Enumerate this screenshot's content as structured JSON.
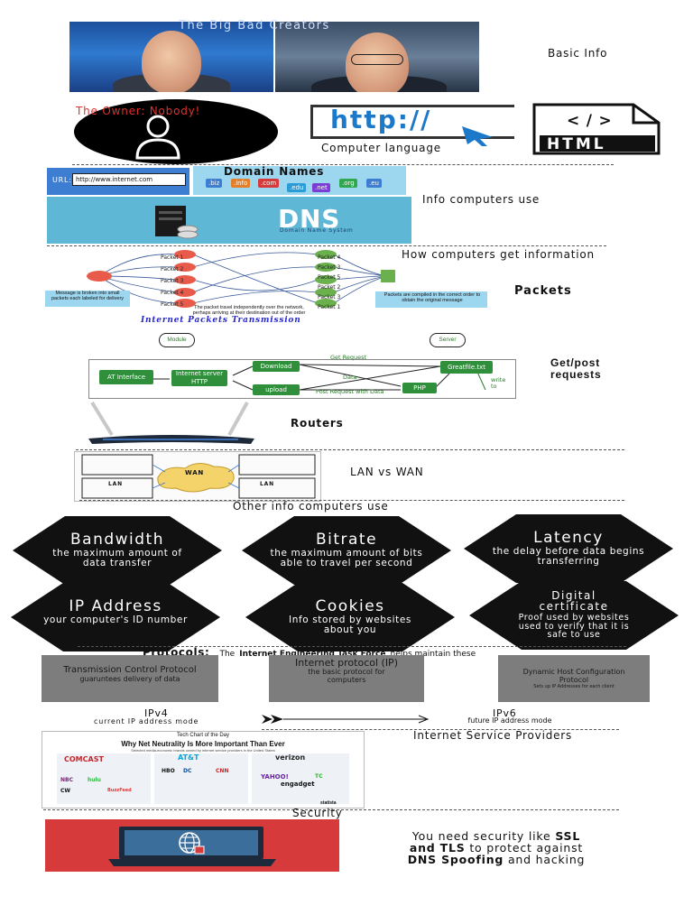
{
  "header": {
    "creators_caption": "The Big Bad Creators",
    "basic_info": "Basic Info"
  },
  "owner": {
    "caption": "The Owner: Nobody!"
  },
  "http_logo": {
    "text": "http://",
    "caption": "Computer language"
  },
  "html_logo": {
    "tag": "< / >",
    "text": "HTML"
  },
  "domain": {
    "title": "Domain Names",
    "url_label": "URL:",
    "url_value": "http://www.internet.com",
    "tlds": [
      ".biz",
      ".info",
      ".com",
      ".edu",
      ".net",
      ".org",
      ".eu"
    ],
    "dns_big": "DNS",
    "dns_sub": "Domain Name System",
    "section_label": "Info computers use"
  },
  "packets": {
    "section_label": "How computers get information",
    "title": "Packets",
    "left_labels": [
      "Packet 1",
      "Packet 2",
      "Packet 3",
      "Packet 4",
      "Packet 5"
    ],
    "right_labels": [
      "Packet 4",
      "Packet 3",
      "Packet 5",
      "Packet 2",
      "Packet 3",
      "Packet 1"
    ],
    "left_note": "Message is broken into small packets each labeled for delivery",
    "right_note": "Packets are compiled in the correct order to obtain the original message",
    "middle_note": "The packet travel independently over the network, perhaps arriving at their destination out of the order",
    "banner": "Internet Packets Transmission"
  },
  "getpost": {
    "title_line1": "Get/post",
    "title_line2": "requests",
    "module": "Module",
    "server": "Server",
    "boxes": [
      "AT Interface",
      "Internet server HTTP",
      "Download",
      "upload",
      "Greatfile.txt",
      "PHP"
    ],
    "notes": [
      "Get Request",
      "Data",
      "Post Request with Data",
      "write to"
    ]
  },
  "routers": {
    "title": "Routers"
  },
  "lanwan": {
    "wan": "WAN",
    "lan1": "LAN",
    "lan2": "LAN",
    "label": "LAN vs WAN"
  },
  "other_info": {
    "title": "Other info computers use",
    "items": [
      {
        "title": "Bandwidth",
        "desc": "the maximum amount of data transfer"
      },
      {
        "title": "Bitrate",
        "desc": "the maximum amount of bits able to travel per second"
      },
      {
        "title": "Latency",
        "desc": "the delay before data begins transferring"
      },
      {
        "title": "IP Address",
        "desc": "your computer's ID number"
      },
      {
        "title": "Cookies",
        "desc": "Info stored by websites about you"
      },
      {
        "title": "Digital certificate",
        "desc": "Proof used by websites used to verify that it is safe to use"
      }
    ]
  },
  "protocols": {
    "title": "Protocols:",
    "intro_pre": "The",
    "intro_org": "Internet Engineering Task Force",
    "intro_post": "helps maintain these",
    "boxes": [
      {
        "title": "Transmission Control Protocol",
        "desc": "guaruntees delivery of data"
      },
      {
        "title": "Internet protocol (IP)",
        "desc": "the basic protocol for computers"
      },
      {
        "title": "Dynamic Host Configuration Protocol",
        "desc": "Sets up IP Addresses for each client"
      }
    ],
    "ipv4": "IPv4",
    "ipv4_desc": "current IP address mode",
    "ipv6": "IPv6",
    "ipv6_desc": "future IP address mode"
  },
  "isp": {
    "label": "Internet Service Providers",
    "chart_header": "Tech Chart of the Day",
    "chart_title": "Why Net Neutrality Is More Important Than Ever",
    "chart_sub": "Selected media-economic brands owned by internet service providers in the United States",
    "brands": [
      "COMCAST",
      "AT&T",
      "verizon",
      "NBC",
      "hulu",
      "HBO",
      "DC",
      "CNN",
      "YAHOO!",
      "TC",
      "engadget",
      "CW",
      "BuzzFeed"
    ],
    "footer": "statista"
  },
  "security": {
    "title": "Security",
    "text_pre": "You need security like",
    "ssl": "SSL",
    "and_tls": "and TLS",
    "mid": "to protect against",
    "dns_spoof": "DNS Spoofing",
    "end": "and hacking"
  },
  "colors": {
    "diamond": "#111111",
    "grey_box": "#7d7d7d",
    "dns_bg": "#5fb7d6",
    "security_red": "#d63a3a",
    "owner_red": "#e03030",
    "http_blue": "#1c79c9"
  }
}
